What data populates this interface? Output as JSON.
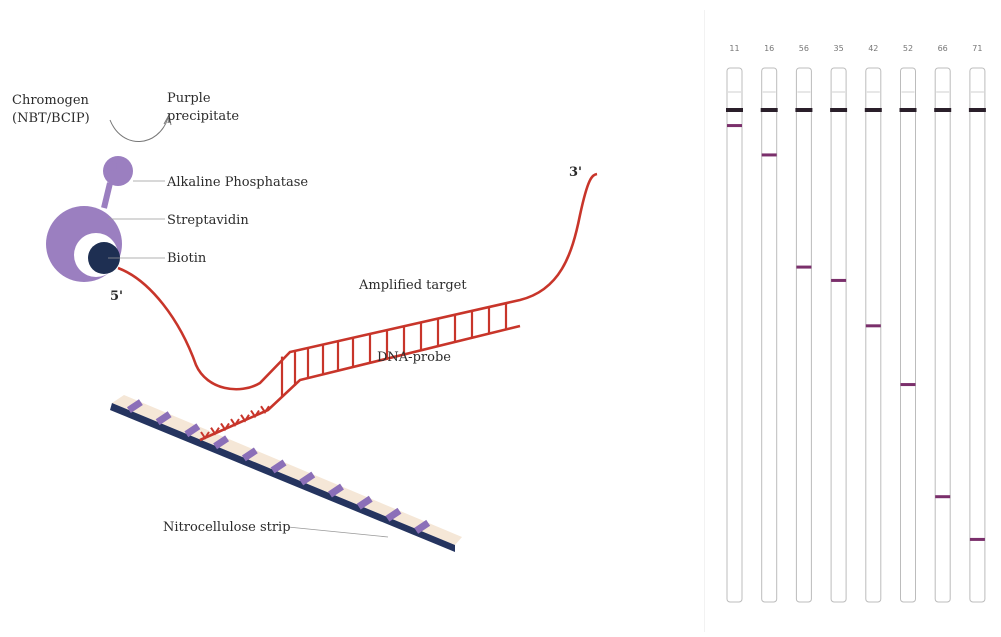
{
  "diagram": {
    "labels": {
      "chromogen": "Chromogen",
      "nbt_bcip": "(NBT/BCIP)",
      "purple": "Purple",
      "precipitate": "precipitate",
      "alkaline_phosphatase": "Alkaline Phosphatase",
      "streptavidin": "Streptavidin",
      "biotin": "Biotin",
      "five_prime": "5'",
      "three_prime": "3'",
      "amplified_target": "Amplified target",
      "dna_probe": "DNA-probe",
      "nitrocellulose_strip": "Nitrocellulose strip"
    },
    "colors": {
      "dna": "#c8352a",
      "enzyme": "#9b7fc0",
      "biotin": "#1e2f52",
      "strip_face": "#f5e7d7",
      "strip_edge": "#25345f",
      "probe_band": "#8b6fb8"
    }
  },
  "strips": {
    "lane_labels": [
      "11",
      "16",
      "56",
      "35",
      "42",
      "52",
      "66",
      "71"
    ],
    "band_positions": [
      0.105,
      0.16,
      0.37,
      0.395,
      0.48,
      0.59,
      0.8,
      0.88
    ],
    "colors": {
      "band": "#7a2f6b",
      "control": "#2a1f2a",
      "strip_border": "#bcbcbc"
    }
  }
}
